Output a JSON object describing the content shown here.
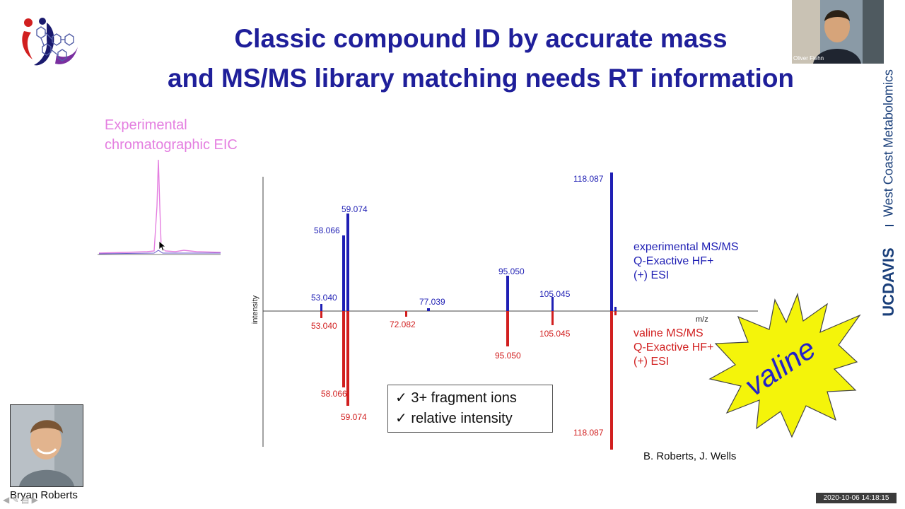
{
  "slide": {
    "title_line1": "Classic compound ID by accurate mass",
    "title_line2": "and MS/MS library matching needs RT information",
    "eic_label_line1": "Experimental",
    "eic_label_line2": "chromatographic EIC",
    "axis_intensity": "intensity",
    "axis_mz": "m/z",
    "legend_experimental": [
      "experimental MS/MS",
      "Q-Exactive HF+",
      "(+) ESI"
    ],
    "legend_library": [
      "valine MS/MS",
      "Q-Exactive HF+",
      "(+) ESI"
    ],
    "starburst_text": "valine",
    "checklist": [
      "✓  3+ fragment ions",
      "✓  relative intensity"
    ],
    "credit": "B. Roberts, J. Wells",
    "sidebar_text": "West Coast Metabolomics",
    "uc_text": "UCDAVIS",
    "colors": {
      "title": "#1f1f9a",
      "experimental": "#1f1fb4",
      "library": "#d11f1f",
      "eic": "#e47fe0",
      "starburst": "#f4f40a"
    }
  },
  "peaks_experimental": [
    {
      "label": "53.040"
    },
    {
      "label": "58.066"
    },
    {
      "label": "59.074"
    },
    {
      "label": "77.039"
    },
    {
      "label": "95.050"
    },
    {
      "label": "105.045"
    },
    {
      "label": "118.087"
    }
  ],
  "peaks_library": [
    {
      "label": "53.040"
    },
    {
      "label": "58.066"
    },
    {
      "label": "59.074"
    },
    {
      "label": "72.082"
    },
    {
      "label": "95.050"
    },
    {
      "label": "105.045"
    },
    {
      "label": "118.087"
    }
  ],
  "meeting": {
    "host_name": "Oliver Fiehn",
    "presenter_name": "Bryan Roberts",
    "timestamp": "2020-10-06  14:18:15"
  }
}
